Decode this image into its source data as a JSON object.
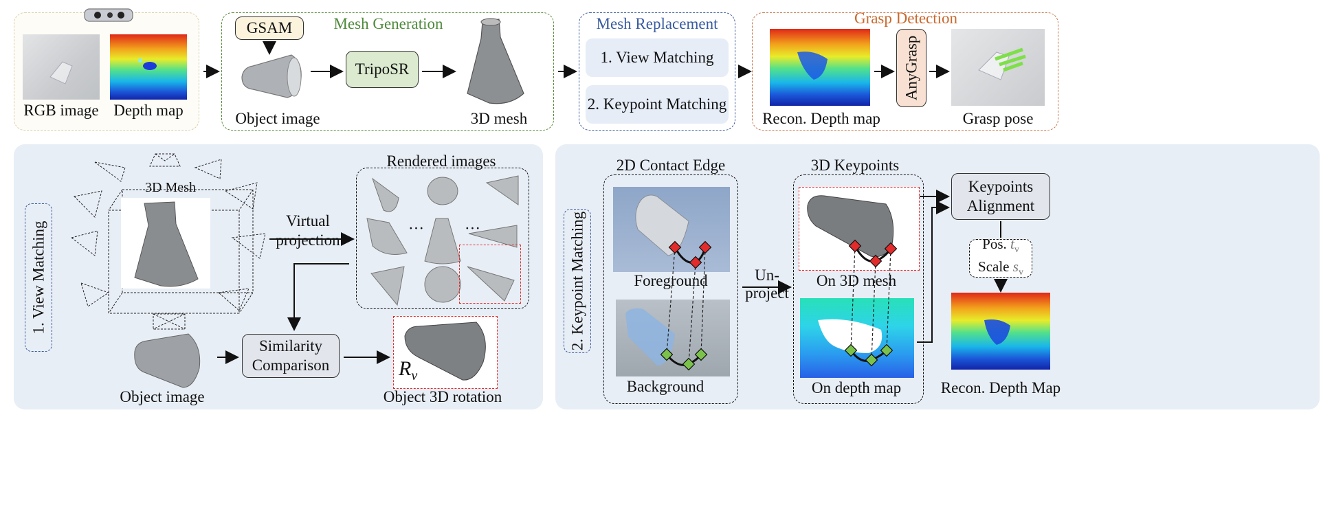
{
  "pipeline": {
    "input": {
      "rgb_label": "RGB image",
      "depth_label": "Depth map",
      "camera_icon": "depth-camera-icon"
    },
    "mesh_generation": {
      "title": "Mesh Generation",
      "gsam_label": "GSAM",
      "triposr_label": "TripoSR",
      "object_image_label": "Object image",
      "mesh_label": "3D mesh"
    },
    "mesh_replacement": {
      "title": "Mesh Replacement",
      "step1": "1. View Matching",
      "step2": "2. Keypoint Matching"
    },
    "grasp_detection": {
      "title": "Grasp Detection",
      "recon_label": "Recon. Depth map",
      "anygrasp_label": "AnyGrasp",
      "grasp_label": "Grasp pose"
    }
  },
  "view_matching": {
    "side_label": "1. View Matching",
    "mesh_label": "3D Mesh",
    "rendered_title": "Rendered images",
    "ellipsis": "···",
    "virtual_projection": "Virtual\nprojection",
    "similarity": "Similarity\nComparison",
    "object_image_label": "Object image",
    "rotation_symbol": "R",
    "rotation_sub": "v",
    "rotation_label": "Object 3D rotation"
  },
  "keypoint_matching": {
    "side_label": "2. Keypoint Matching",
    "contact_title": "2D Contact Edge",
    "foreground_label": "Foreground",
    "background_label": "Background",
    "unproject": "Un-\nproject",
    "keypoints_title": "3D Keypoints",
    "on_mesh_label": "On 3D mesh",
    "on_depth_label": "On depth map",
    "alignment": "Keypoints\nAlignment",
    "pos_label": "Pos.",
    "pos_symbol": "t",
    "pos_sub": "v",
    "scale_label": "Scale",
    "scale_symbol": "s",
    "scale_sub": "v",
    "recon_label": "Recon. Depth Map"
  },
  "colors": {
    "input_border": "#d9cfa8",
    "input_bg": "#fdfcf6",
    "mesh_gen_border": "#5a8a3a",
    "mesh_gen_title": "#4f8a3c",
    "mesh_rep_border": "#3a5a9a",
    "mesh_rep_title": "#3a5ca0",
    "grasp_border": "#c8764a",
    "grasp_title": "#c8692e",
    "gsam_fill": "#fcf3dd",
    "triposr_fill": "#dcebcf",
    "anygrasp_fill": "#f8e1d3",
    "step_fill": "#e6edf7",
    "bottom_panel": "#e8eef6",
    "keypoint_red": "#e32b2b",
    "keypoint_green": "#7bc24b"
  }
}
